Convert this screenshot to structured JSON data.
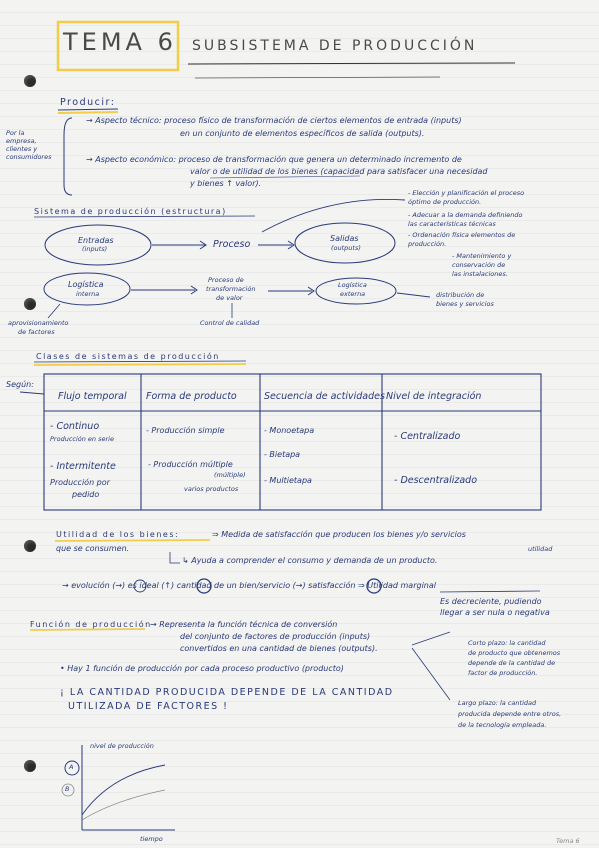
{
  "title": {
    "topic": "TEMA 6",
    "subject": "SUBSISTEMA DE PRODUCCIÓN"
  },
  "producir": {
    "heading": "Producir:",
    "side_note": [
      "Por la",
      "empresa,",
      "clientes y",
      "consumidores"
    ],
    "tecnico_line1": "→ Aspecto técnico: proceso físico de transformación de ciertos elementos de entrada (inputs)",
    "tecnico_line2": "en un conjunto de elementos específicos de salida (outputs).",
    "economico_line1": "→ Aspecto económico: proceso de transformación que genera un determinado incremento de",
    "economico_line2": "valor o de utilidad de los bienes (capacidad para satisfacer una necesidad",
    "economico_line3": "y bienes ↑ valor)."
  },
  "sistema": {
    "heading": "Sistema de producción (estructura)",
    "entradas": [
      "Entradas",
      "(inputs)"
    ],
    "proceso": "Proceso",
    "salidas": [
      "Salidas",
      "(outputs)"
    ],
    "logistica_interna": [
      "Logística",
      "interna"
    ],
    "proceso_transformacion": [
      "Proceso de",
      "transformación",
      "de valor"
    ],
    "logistica_externa": [
      "Logística",
      "externa"
    ],
    "aprovisionamiento": [
      "aprovisionamiento",
      "de factores"
    ],
    "control_calidad": "Control de calidad",
    "distribucion": [
      "distribución de",
      "bienes y servicios"
    ],
    "side_notes": [
      "- Elección y planificación el proceso",
      "  óptimo de producción.",
      "- Adecuar a la demanda definiendo",
      "  las características técnicas",
      "- Ordenación física elementos de",
      "  producción.",
      "- Mantenimiento y",
      "  conservación de",
      "  las instalaciones."
    ]
  },
  "clases": {
    "heading": "Clases de sistemas de producción",
    "segun": "Según:",
    "columns": [
      "Flujo temporal",
      "Forma de producto",
      "Secuencia de actividades",
      "Nivel de integración"
    ],
    "col1": [
      "- Continuo",
      "Producción en serie",
      "- Intermitente",
      "Producción por",
      "pedido"
    ],
    "col2": [
      "- Producción simple",
      "- Producción múltiple",
      "(múltiple)",
      "varios productos"
    ],
    "col3": [
      "- Monoetapa",
      "- Bietapa",
      "- Multietapa"
    ],
    "col4": [
      "- Centralizado",
      "- Descentralizado"
    ]
  },
  "utilidad": {
    "heading": "Utilidad de los bienes:",
    "line1": "⇒ Medida de satisfacción que producen los bienes y/o servicios",
    "line2": "que se consumen.",
    "line2b": "↳ Ayuda a comprender el consumo y demanda de un producto.",
    "line3": "→ evolución (→) es ideal (↑) cantidad de un bien/servicio (→) satisfacción ⇒ Utilidad marginal",
    "side_top": "utilidad",
    "box_line1": "Es decreciente, pudiendo",
    "box_line2": "llegar a ser nula o negativa"
  },
  "funcion": {
    "heading": "Función de producción",
    "line1": "→ Representa la función técnica de conversión",
    "line2": "del conjunto de factores de producción (inputs)",
    "line3": "convertidos en una cantidad de bienes (outputs).",
    "line4": "• Hay 1 función de producción por cada proceso productivo (producto)",
    "line5": "¡ LA CANTIDAD PRODUCIDA DEPENDE DE LA CANTIDAD",
    "line6": "UTILIZADA DE FACTORES !",
    "corto_plazo": [
      "Corto plazo: la cantidad",
      "de producto que obtenemos",
      "depende de la cantidad de",
      "factor de producción."
    ],
    "largo_plazo": [
      "Largo plazo: la cantidad",
      "producida depende entre otros,",
      "de la tecnología empleada."
    ],
    "graph_ylabel": "nivel de producción",
    "graph_xlabel": "tiempo",
    "graph_a": "A",
    "graph_b": "B"
  },
  "footer": "Tema 6"
}
